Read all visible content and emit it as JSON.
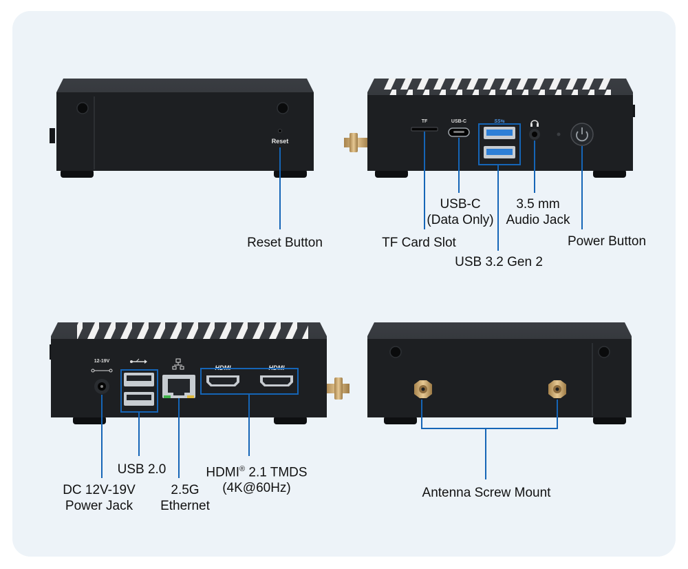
{
  "device_text": {
    "reset": "Reset",
    "tf": "TF",
    "usbc": "USB-C",
    "usb3_logo": "SS⇆",
    "dc_voltage": "12-19V",
    "hdmi_logo_1": "HDMI",
    "hdmi_logo_2": "HDMI"
  },
  "labels": {
    "reset_button": "Reset Button",
    "tf_card_slot": "TF Card Slot",
    "usbc_line1": "USB-C",
    "usbc_line2": "(Data Only)",
    "audio_line1": "3.5 mm",
    "audio_line2": "Audio Jack",
    "power_button": "Power Button",
    "usb32": "USB 3.2 Gen 2",
    "usb20": "USB 2.0",
    "dc_line1": "DC 12V-19V",
    "dc_line2": "Power Jack",
    "eth_line1": "2.5G",
    "eth_line2": "Ethernet",
    "hdmi_line1_a": "HDMI",
    "hdmi_line1_sup": "®",
    "hdmi_line1_b": " 2.1 TMDS",
    "hdmi_line2": "(4K@60Hz)",
    "antenna": "Antenna Screw Mount"
  },
  "colors": {
    "panel_bg": "#edf3f8",
    "device_body": "#1b1d20",
    "device_top": "#2a2d31",
    "callout_line": "#1565b7",
    "usb_blue": "#2d7fd6",
    "antenna_gold": "#c9a46a"
  }
}
